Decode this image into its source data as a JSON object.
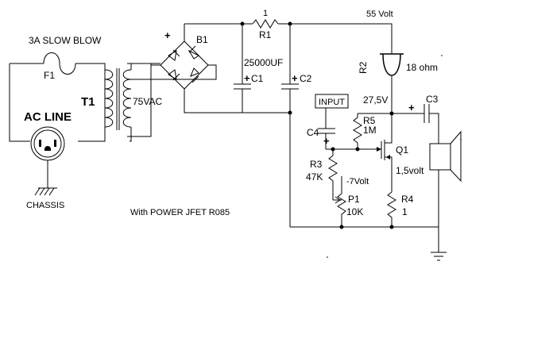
{
  "labels": {
    "fuse_rating": "3A SLOW BLOW",
    "fuse_ref": "F1",
    "transformer_ref": "T1",
    "transformer_voltage": "75VAC",
    "ac_line": "AC LINE",
    "chassis": "CHASSIS",
    "bridge_plus": "+",
    "bridge_ref": "B1",
    "r1_value": "1",
    "r1_ref": "R1",
    "cap_value": "25000UF",
    "c1_ref": "C1",
    "c2_ref": "C2",
    "c1_plus": "+",
    "c2_plus": "+",
    "supply_voltage": "55 Volt",
    "r2_ref": "R2",
    "r2_value": "18 ohm",
    "input": "INPUT",
    "drain_voltage": "27,5V",
    "c3_ref": "C3",
    "c3_plus": "+",
    "c4_ref": "C4",
    "c4_plus": "+",
    "r5_ref": "R5",
    "r5_value": "1M",
    "q1_ref": "Q1",
    "r3_ref": "R3",
    "r3_value": "47K",
    "gate_voltage": "-7Volt",
    "p1_ref": "P1",
    "p1_value": "10K",
    "source_voltage": "1,5volt",
    "r4_ref": "R4",
    "r4_value": "1",
    "note": "With POWER JFET R085"
  }
}
